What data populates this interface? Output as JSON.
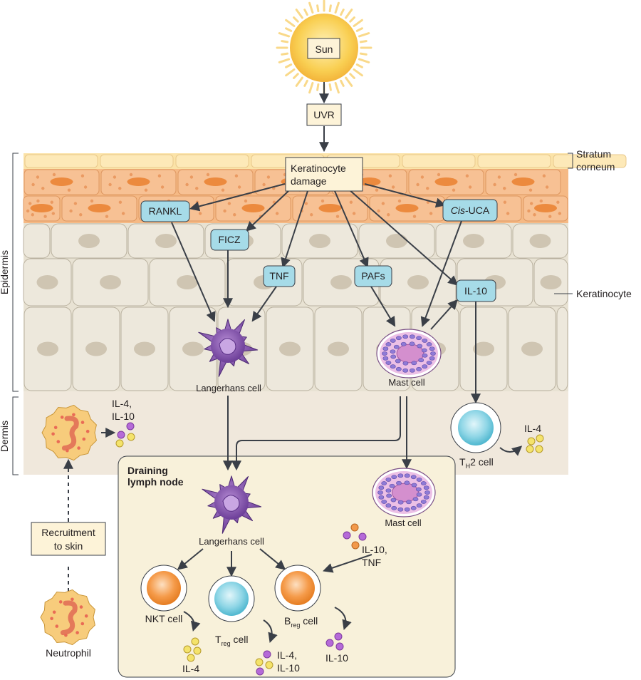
{
  "labels": {
    "sun": "Sun",
    "uvr": "UVR",
    "stratum_corneum_1": "Stratum",
    "stratum_corneum_2": "corneum",
    "keratinocyte_side": "Keratinocyte",
    "epidermis": "Epidermis",
    "dermis": "Dermis",
    "keratinocyte_damage_1": "Keratinocyte",
    "keratinocyte_damage_2": "damage",
    "rankl": "RANKL",
    "ficz": "FICZ",
    "tnf": "TNF",
    "pafs": "PAFs",
    "cis_uca_italic": "Cis",
    "cis_uca_rest": "-UCA",
    "il10_box": "IL-10",
    "langerhans_top": "Langerhans cell",
    "mast_top": "Mast cell",
    "il4_il10_dermis_1": "IL-4,",
    "il4_il10_dermis_2": "IL-10",
    "th2_il4": "IL-4",
    "th2_main": "T",
    "th2_sub": "H",
    "th2_rest": "2 cell",
    "draining_1": "Draining",
    "draining_2": "lymph node",
    "langerhans_ln": "Langerhans cell",
    "mast_ln": "Mast cell",
    "il10_tnf_1": "IL-10,",
    "il10_tnf_2": "TNF",
    "nkt": "NKT cell",
    "treg_main": "T",
    "treg_sub": "reg",
    "treg_rest": " cell",
    "breg_main": "B",
    "breg_sub": "reg",
    "breg_rest": " cell",
    "nkt_il4": "IL-4",
    "treg_il4_1": "IL-4,",
    "treg_il4_2": "IL-10",
    "breg_il10": "IL-10",
    "recruit_1": "Recruitment",
    "recruit_2": "to skin",
    "neutrophil": "Neutrophil"
  },
  "colors": {
    "sun": "#f6c343",
    "label_box": "#fdf3d8",
    "mediator_box": "#a6dbe8",
    "stratum": "#fbe3a8",
    "granular": "#f5b985",
    "spinous": "#e8e2d3",
    "dermis": "#f0e8dc",
    "lymph_node": "#f8f1da",
    "langerhans": "#7b4fa8",
    "mast": "#e7b3dd",
    "treg": "#7fcfe0",
    "nkt": "#f08a2c",
    "neutrophil": "#f4c36a",
    "arrow": "#3a3f47"
  }
}
